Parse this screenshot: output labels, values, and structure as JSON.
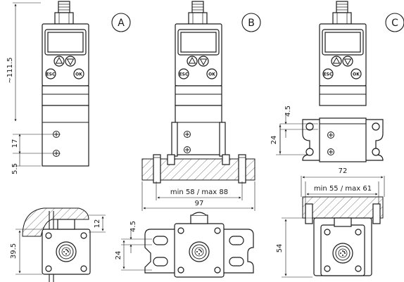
{
  "markers": {
    "a": "A",
    "b": "B",
    "c": "C"
  },
  "buttons": {
    "esc": "ESC",
    "ok": "OK"
  },
  "dims": {
    "d111": "~111.5",
    "d17": "17",
    "d5": "5.5",
    "d39": "39.5",
    "d12": "12",
    "d45b": "4.5",
    "d24b": "24",
    "dmin58": "min 58 / max 88",
    "d97": "97",
    "d45c": "4.5",
    "d24c": "24",
    "d72": "72",
    "dmin55": "min 55 / max 61",
    "d54": "54"
  },
  "icons": [
    "up-arrow-icon",
    "down-arrow-icon",
    "connector-icon",
    "screw-icon"
  ]
}
